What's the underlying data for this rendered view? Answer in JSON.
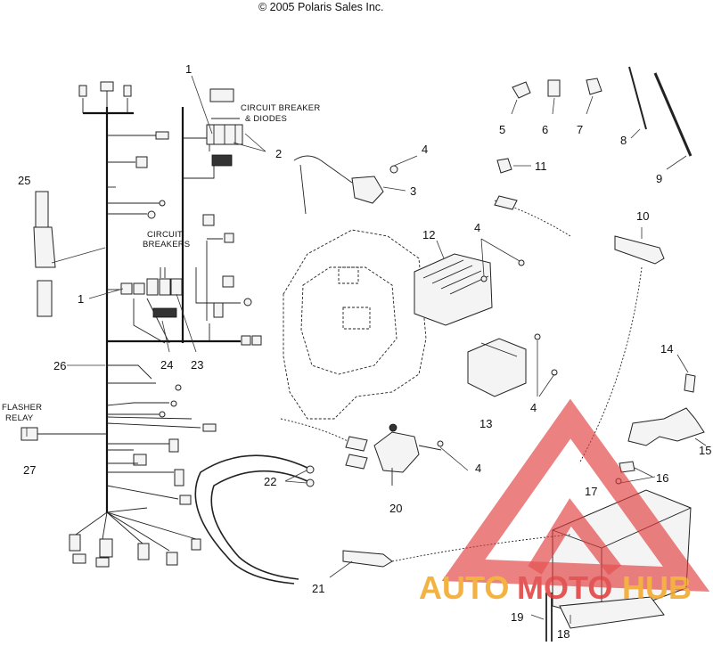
{
  "header": {
    "copyright": "© 2005 Polaris Sales Inc."
  },
  "labels": {
    "circuit_breaker_diodes": [
      "CIRCUIT BREAKER",
      "& DIODES"
    ],
    "circuit_breakers": [
      "CIRCUIT",
      "BREAKERS"
    ],
    "flasher_relay": [
      "FLASHER",
      "RELAY"
    ]
  },
  "callouts": {
    "c1a": "1",
    "c1b": "1",
    "c2": "2",
    "c3": "3",
    "c4a": "4",
    "c4b": "4",
    "c4c": "4",
    "c4d": "4",
    "c5": "5",
    "c6": "6",
    "c7": "7",
    "c8": "8",
    "c9": "9",
    "c10": "10",
    "c11": "11",
    "c12": "12",
    "c13": "13",
    "c14": "14",
    "c15": "15",
    "c16": "16",
    "c17": "17",
    "c18": "18",
    "c19": "19",
    "c20": "20",
    "c21": "21",
    "c22": "22",
    "c23": "23",
    "c24": "24",
    "c25": "25",
    "c26": "26",
    "c27": "27"
  },
  "watermark": {
    "part1": "AUTO",
    "part2": "MOTO",
    "part3": "HUB",
    "color_red": "#e23a3a",
    "color_orange": "#f2a623"
  }
}
